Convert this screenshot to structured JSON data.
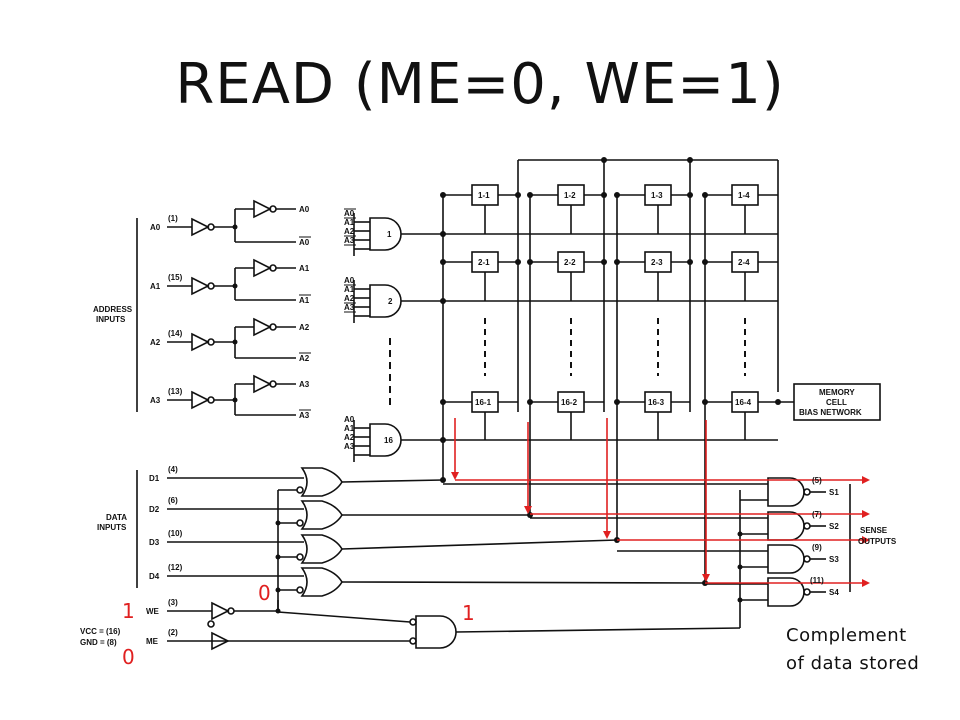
{
  "title": "READ (ME=0, WE=1)",
  "note": {
    "line1": "Complement",
    "line2": "of data stored"
  },
  "address": {
    "group_label_1": "ADDRESS",
    "group_label_2": "INPUTS",
    "inputs": [
      {
        "name": "A0",
        "pin": "(1)",
        "out": "A0",
        "outbar": "A0"
      },
      {
        "name": "A1",
        "pin": "(15)",
        "out": "A1",
        "outbar": "A1"
      },
      {
        "name": "A2",
        "pin": "(14)",
        "out": "A2",
        "outbar": "A2"
      },
      {
        "name": "A3",
        "pin": "(13)",
        "out": "A3",
        "outbar": "A3"
      }
    ]
  },
  "decoders": [
    {
      "label": "1",
      "inputs": [
        "A0",
        "A1",
        "A2",
        "A3"
      ]
    },
    {
      "label": "2",
      "inputs": [
        "A0",
        "A1",
        "A2",
        "A3"
      ]
    },
    {
      "label": "16",
      "inputs": [
        "A0",
        "A1",
        "A2",
        "A3"
      ]
    }
  ],
  "cells": {
    "row1": [
      "1-1",
      "1-2",
      "1-3",
      "1-4"
    ],
    "row2": [
      "2-1",
      "2-2",
      "2-3",
      "2-4"
    ],
    "row16": [
      "16-1",
      "16-2",
      "16-3",
      "16-4"
    ]
  },
  "bias": {
    "line1": "MEMORY",
    "line2": "CELL",
    "line3": "BIAS NETWORK"
  },
  "data_inputs": {
    "group_label_1": "DATA",
    "group_label_2": "INPUTS",
    "inputs": [
      {
        "name": "D1",
        "pin": "(4)"
      },
      {
        "name": "D2",
        "pin": "(6)"
      },
      {
        "name": "D3",
        "pin": "(10)"
      },
      {
        "name": "D4",
        "pin": "(12)"
      }
    ]
  },
  "sense": {
    "label_1": "SENSE",
    "label_2": "OUTPUTS",
    "outputs": [
      {
        "name": "S1",
        "pin": "(5)"
      },
      {
        "name": "S2",
        "pin": "(7)"
      },
      {
        "name": "S3",
        "pin": "(9)"
      },
      {
        "name": "S4",
        "pin": "(11)"
      }
    ]
  },
  "control": {
    "we_label": "WE",
    "we_pin": "(3)",
    "me_label": "ME",
    "me_pin": "(2)",
    "vcc_label": "VCC = (16)",
    "gnd_label": "GND = (8)"
  },
  "logic_values": {
    "we": "1",
    "me": "0",
    "or_enable": "0",
    "and_out": "1"
  },
  "colors": {
    "highlight": "#e02020",
    "ink": "#111111"
  }
}
